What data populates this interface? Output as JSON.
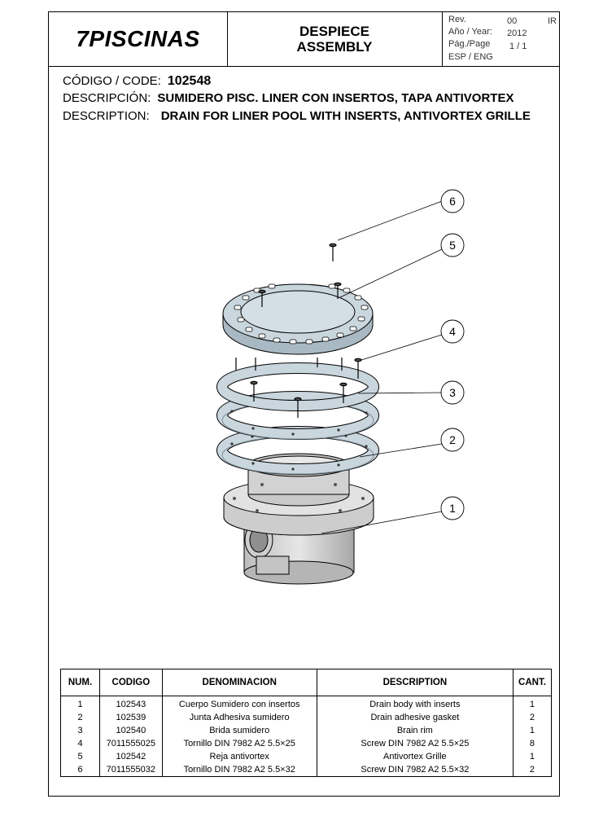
{
  "header": {
    "brand": "7PISCINAS",
    "title_line1": "DESPIECE",
    "title_line2": "ASSEMBLY",
    "rev_label": "Rev.",
    "rev_value": "00",
    "rev_extra": "IR",
    "year_label": "Año / Year:",
    "year_value": "2012",
    "page_label": "Pág./Page",
    "page_value": "1 / 1",
    "lang": "ESP / ENG"
  },
  "info": {
    "code_label": "CÓDIGO / CODE:",
    "code_value": "102548",
    "desc_es_label": "DESCRIPCIÓN:",
    "desc_es_value": "SUMIDERO PISC. LINER CON INSERTOS, TAPA ANTIVORTEX",
    "desc_en_label": "DESCRIPTION:",
    "desc_en_value": "DRAIN FOR LINER POOL WITH INSERTS, ANTIVORTEX GRILLE"
  },
  "callouts": [
    "6",
    "5",
    "4",
    "3",
    "2",
    "1"
  ],
  "table": {
    "headers": [
      "NUM.",
      "CODIGO",
      "DENOMINACION",
      "DESCRIPTION",
      "CANT."
    ],
    "rows": [
      [
        "1",
        "102543",
        "Cuerpo Sumidero con insertos",
        "Drain body with inserts",
        "1"
      ],
      [
        "2",
        "102539",
        "Junta Adhesiva sumidero",
        "Drain adhesive gasket",
        "2"
      ],
      [
        "3",
        "102540",
        "Brida sumidero",
        "Brain rim",
        "1"
      ],
      [
        "4",
        "7011555025",
        "Tornillo DIN 7982 A2 5.5×25",
        "Screw DIN 7982 A2 5.5×25",
        "8"
      ],
      [
        "5",
        "102542",
        "Reja antivortex",
        "Antivortex Grille",
        "1"
      ],
      [
        "6",
        "7011555032",
        "Tornillo DIN 7982 A2 5.5×32",
        "Screw DIN 7982 A2 5.5×32",
        "2"
      ]
    ]
  },
  "colors": {
    "part_fill": "#c9d6de",
    "body_fill": "#d9d9d9",
    "line": "#000000"
  }
}
